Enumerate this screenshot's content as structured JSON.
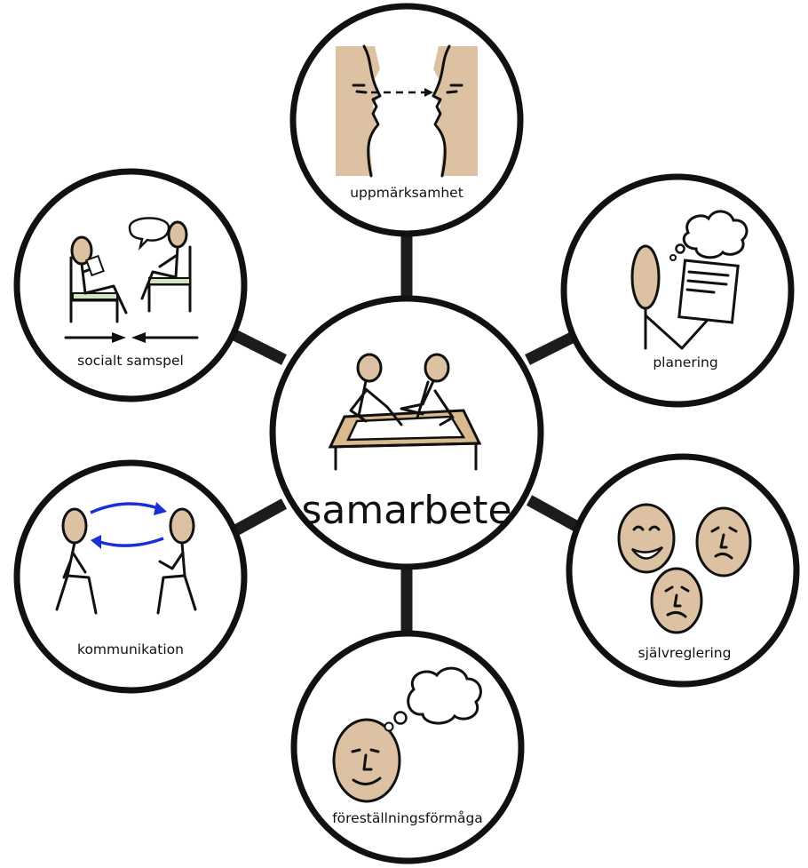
{
  "center": {
    "label": "samarbete",
    "icon": "collaboration-icon"
  },
  "nodes": [
    {
      "id": "uppmarksamhet",
      "label": "uppmärksamhet",
      "icon": "attention-faces-icon"
    },
    {
      "id": "planering",
      "label": "planering",
      "icon": "planning-icon"
    },
    {
      "id": "sjalvreglering",
      "label": "självreglering",
      "icon": "emotion-faces-icon"
    },
    {
      "id": "forestallningsformaga",
      "label": "föreställningsförmåga",
      "icon": "imagination-icon"
    },
    {
      "id": "kommunikation",
      "label": "kommunikation",
      "icon": "communication-icon"
    },
    {
      "id": "socialt-samspel",
      "label": "socialt samspel",
      "icon": "social-interaction-icon"
    }
  ],
  "colors": {
    "ring": "#111111",
    "connector": "#1c1c1c",
    "skin": "#dcc1a2",
    "arrow": "#1a2fd6",
    "table": "#d9b98e",
    "chair_seat": "#cfe5c4"
  }
}
